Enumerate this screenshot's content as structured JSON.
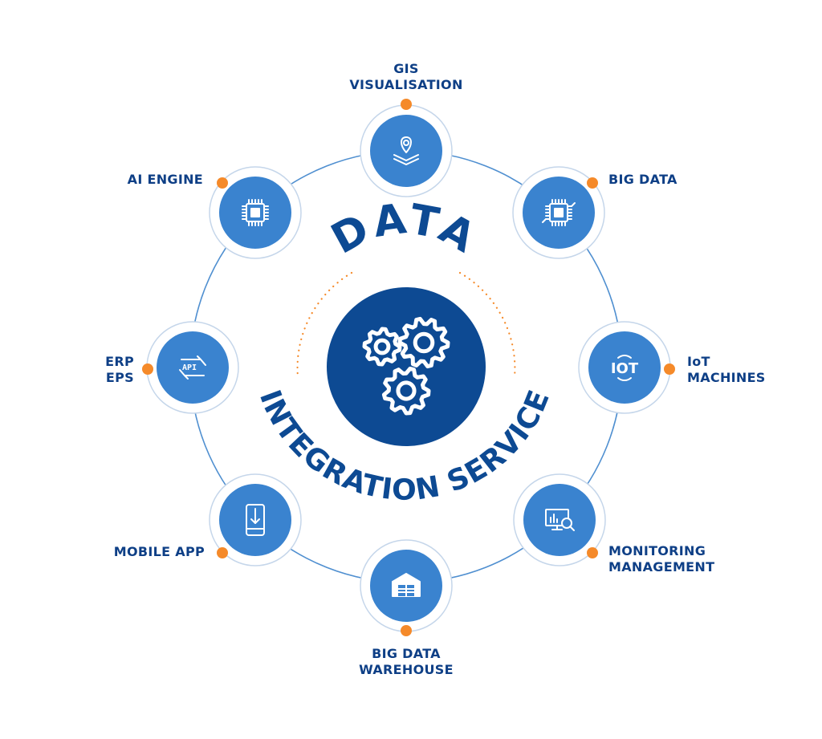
{
  "diagram": {
    "title_top": "DATA",
    "title_bottom": "INTEGRATION SERVICE",
    "center_icon": "gears-icon",
    "colors": {
      "dark_blue": "#0d4a93",
      "mid_blue": "#3a83cf",
      "ring": "#4f8fd0",
      "accent": "#f58a2a",
      "text": "#0e3f86"
    },
    "nodes": [
      {
        "id": "gis",
        "lines": [
          "GIS",
          "VISUALISATION"
        ],
        "icon": "map-pin-icon"
      },
      {
        "id": "big-data",
        "lines": [
          "BIG DATA"
        ],
        "icon": "chip-circuit-icon"
      },
      {
        "id": "iot",
        "lines": [
          "IoT",
          "MACHINES"
        ],
        "icon": "iot-signal-icon"
      },
      {
        "id": "monitoring",
        "lines": [
          "MONITORING",
          "MANAGEMENT"
        ],
        "icon": "monitor-search-icon"
      },
      {
        "id": "warehouse",
        "lines": [
          "BIG DATA",
          "WAREHOUSE"
        ],
        "icon": "warehouse-icon"
      },
      {
        "id": "mobile",
        "lines": [
          "MOBILE APP"
        ],
        "icon": "mobile-download-icon"
      },
      {
        "id": "erp",
        "lines": [
          "ERP",
          "EPS"
        ],
        "icon": "api-exchange-icon"
      },
      {
        "id": "ai",
        "lines": [
          "AI ENGINE"
        ],
        "icon": "cpu-chip-icon"
      }
    ]
  }
}
